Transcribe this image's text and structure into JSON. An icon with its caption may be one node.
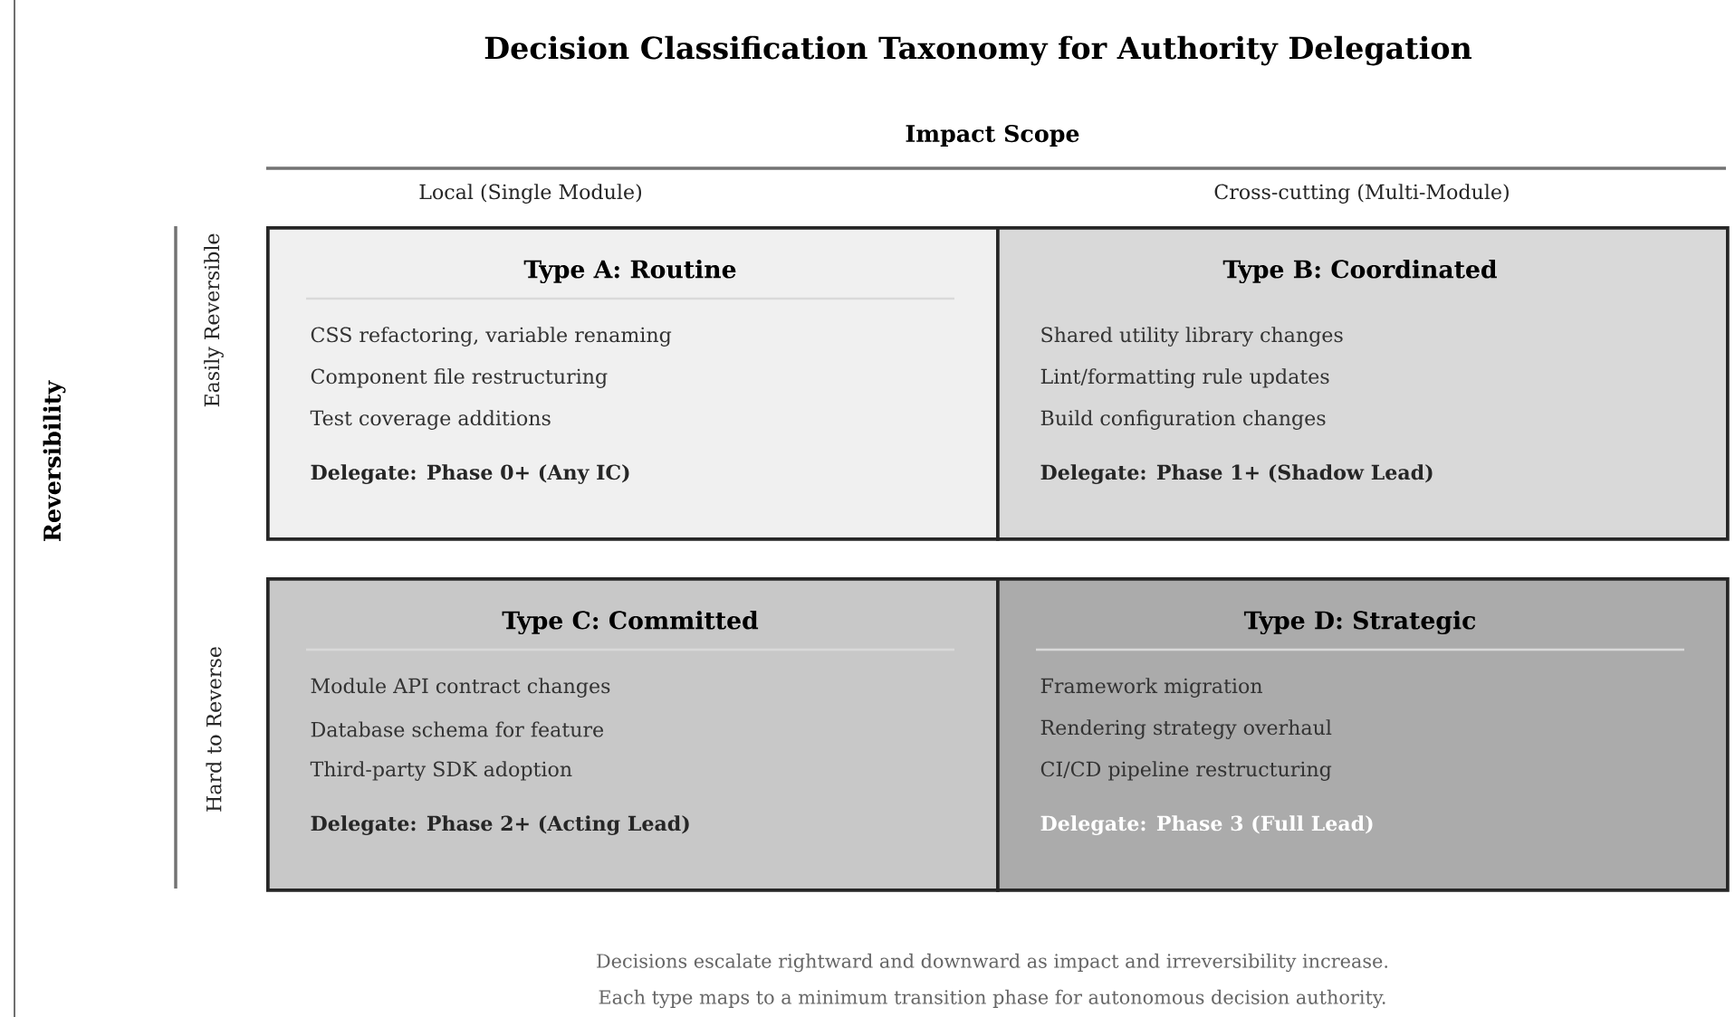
{
  "diagram": {
    "title": "Decision Classification Taxonomy for Authority Delegation",
    "nodes": [
      {
        "text": [
          "Type A: Routine",
          "CSS refactoring, variable renaming",
          "Component file restructuring",
          "Test coverage additions",
          "Delegate: Phase 0+ (Any IC)"
        ]
      },
      {
        "text": [
          "Type B: Coordinated",
          "Shared utility library changes",
          "Lint/formatting rule updates",
          "Build configuration changes",
          "Delegate: Phase 1+ (Shadow Lead)"
        ]
      },
      {
        "text": [
          "Type C: Committed",
          "Module API contract changes",
          "Database schema for feature",
          "Third-party SDK adoption",
          "Delegate: Phase 2+ (Acting Lead)"
        ]
      },
      {
        "text": [
          "Type D: Strategic",
          "Framework migration",
          "Rendering strategy overhaul",
          "CI/CD pipeline restructuring",
          "Delegate: Phase 3 (Full Lead)"
        ]
      }
    ],
    "labels": [
      "Impact Scope",
      "Local (Single Module)",
      "Cross-cutting (Multi-Module)",
      "Reversibility",
      "Easily Reversible",
      "Hard to Reverse",
      "Decisions escalate rightward and downward as impact and irreversibility increase.",
      "Each type maps to a minimum transition phase for autonomous decision authority."
    ]
  }
}
